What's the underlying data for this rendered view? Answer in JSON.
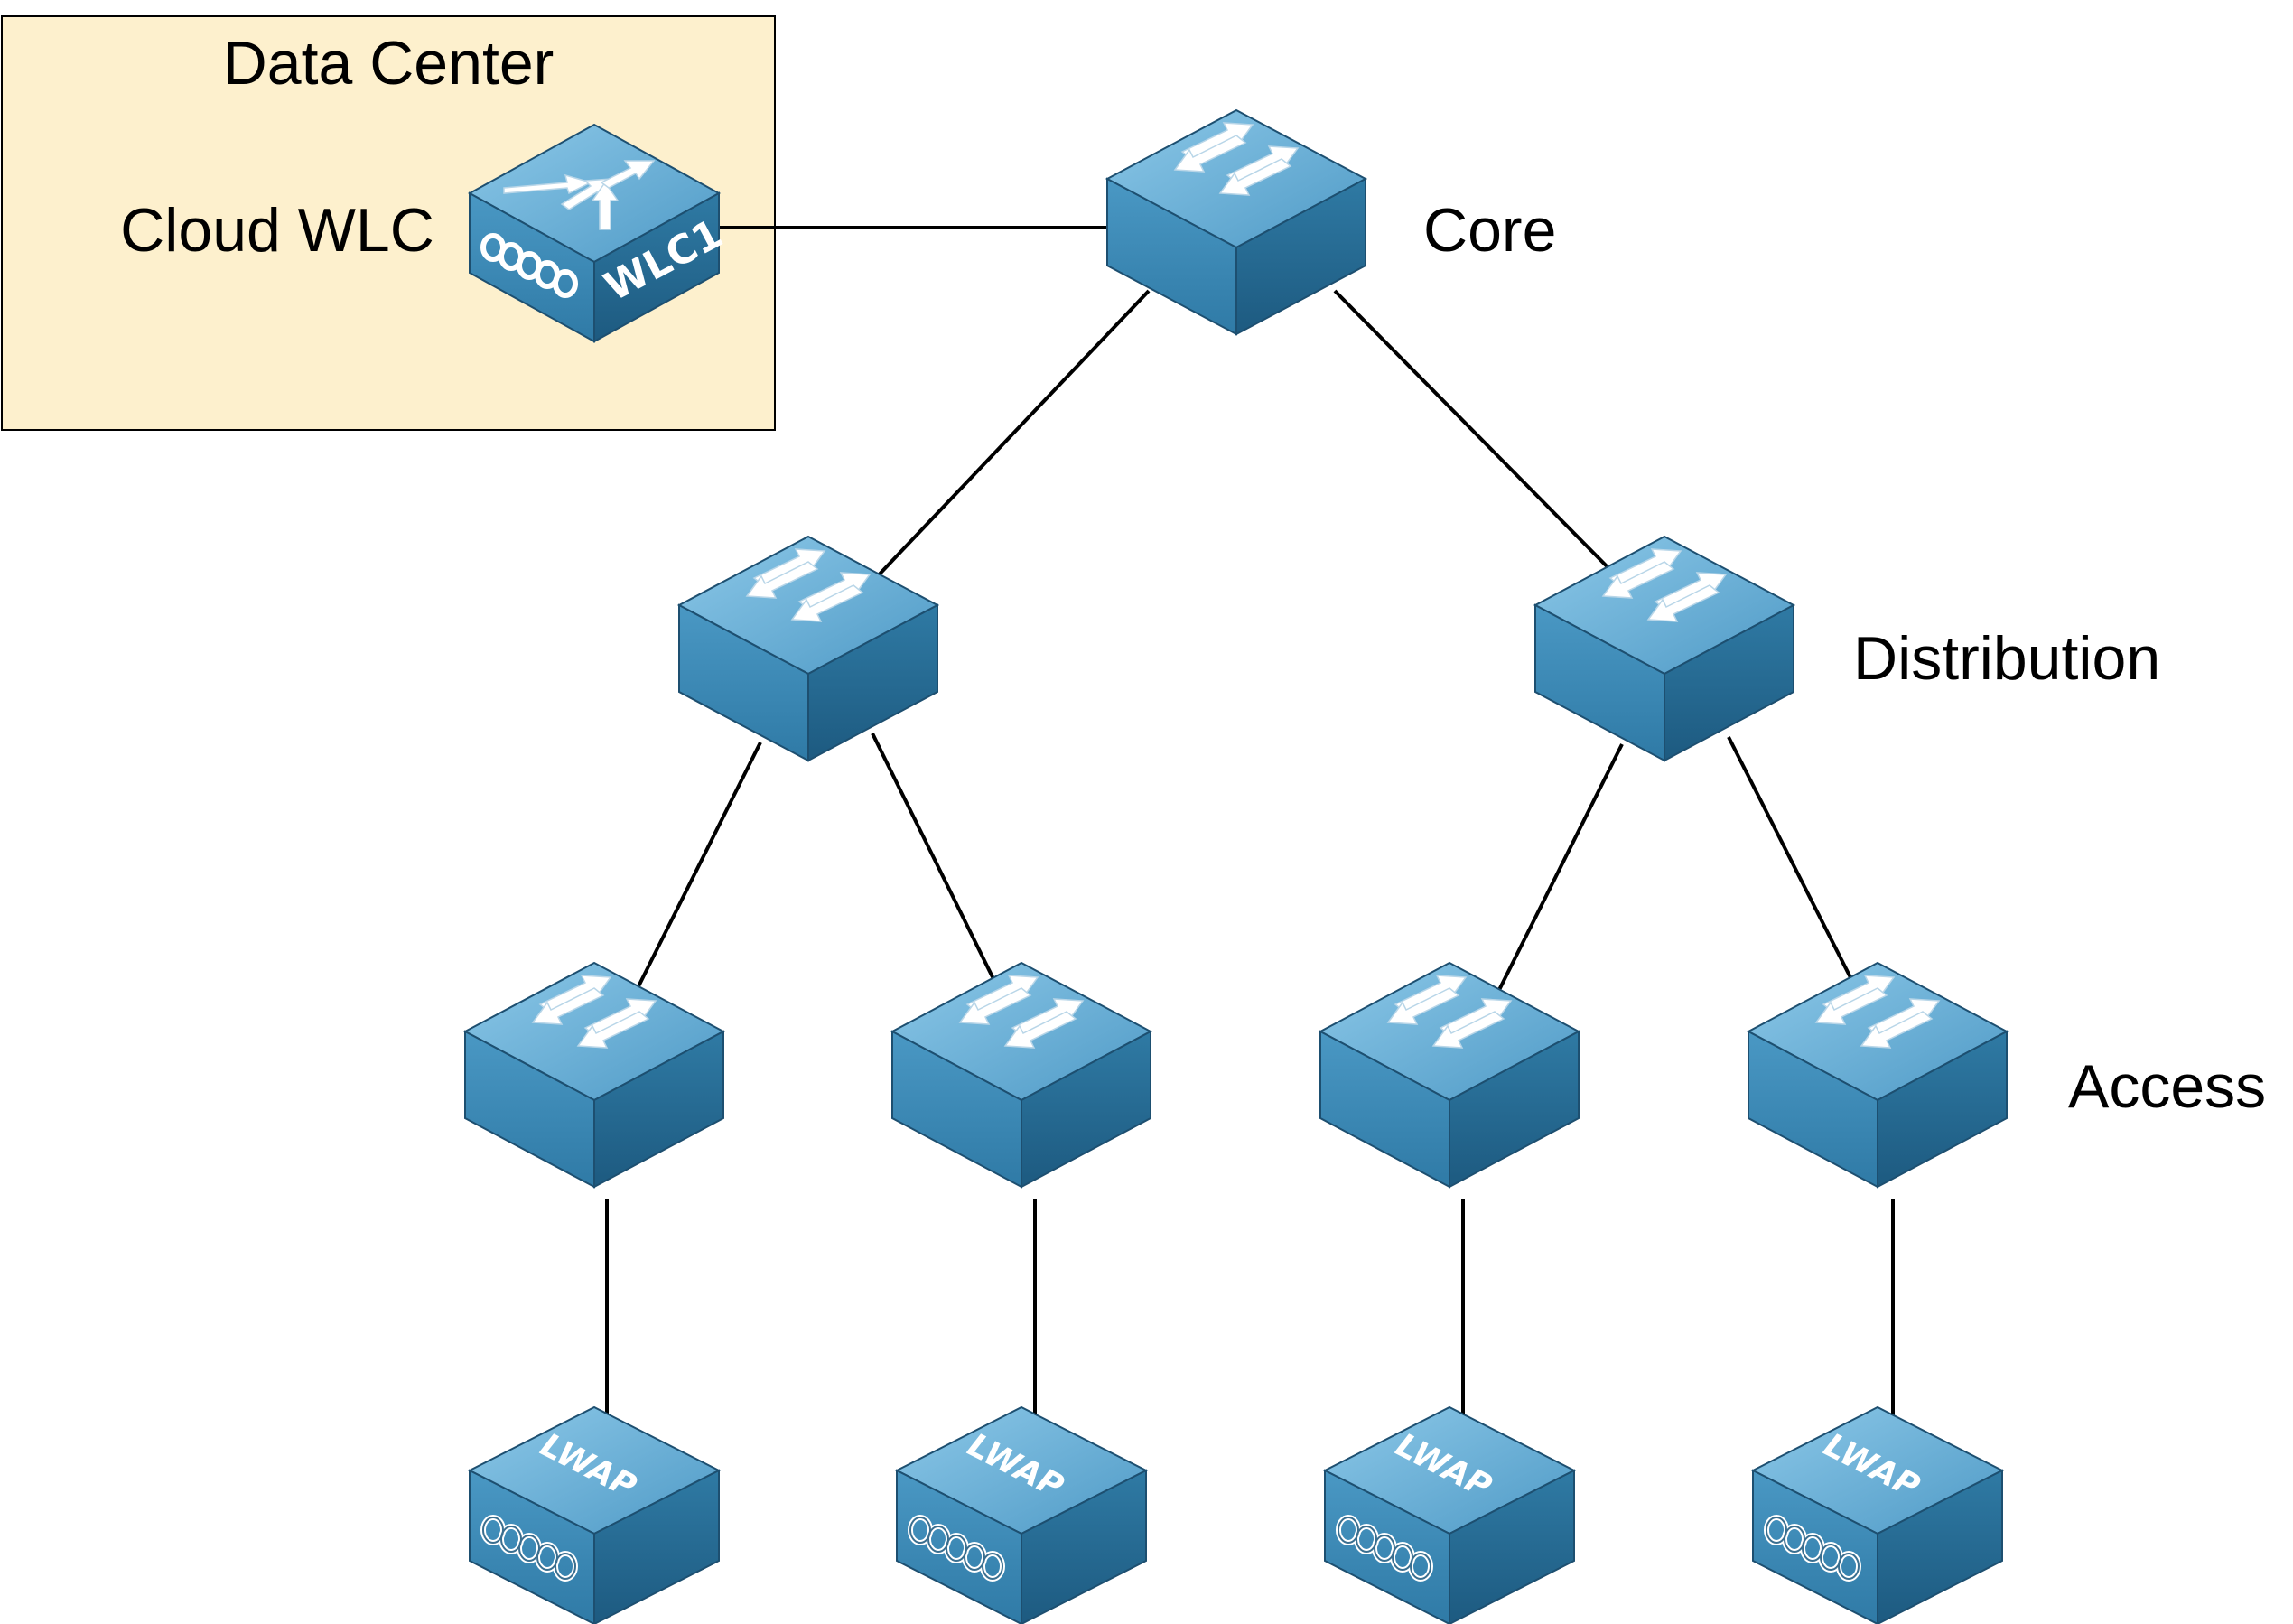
{
  "diagram": {
    "data_center": {
      "title": "Data Center"
    },
    "cloud_wlc_label": "Cloud WLC",
    "wlc": {
      "name": "WLC1"
    },
    "tiers": {
      "core": "Core",
      "distribution": "Distribution",
      "access": "Access"
    },
    "access_points": [
      {
        "label": "LWAP"
      },
      {
        "label": "LWAP"
      },
      {
        "label": "LWAP"
      },
      {
        "label": "LWAP"
      }
    ],
    "colors": {
      "data_center_fill": "#fdf0cd",
      "device_top": "#6fb2d8",
      "device_left": "#3f8db8",
      "device_right": "#2a6b92",
      "link": "#000000"
    }
  }
}
